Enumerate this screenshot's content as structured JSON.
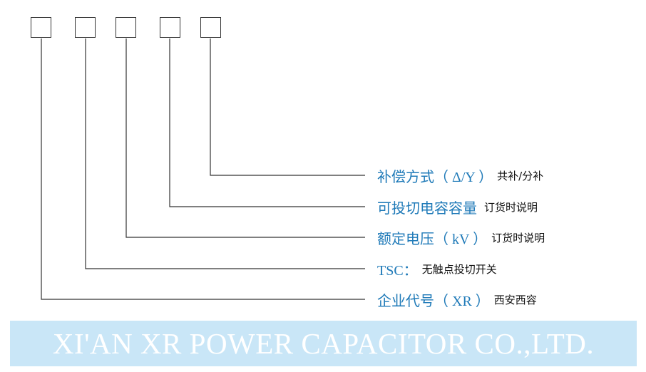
{
  "code_boxes": [
    "",
    "",
    "",
    "",
    ""
  ],
  "items": [
    {
      "label_cn": "补偿方式",
      "label_paren": "（ Δ/Y ）",
      "desc": "共补/分补"
    },
    {
      "label_cn": "可投切电容容量",
      "label_paren": "",
      "desc": "订货时说明"
    },
    {
      "label_cn": "额定电压",
      "label_paren": "（ kV ）",
      "desc": "订货时说明"
    },
    {
      "label_cn": "TSC：",
      "label_paren": "",
      "desc": "无触点投切开关"
    },
    {
      "label_cn": "企业代号",
      "label_paren": "（ XR ）",
      "desc": "西安西容"
    }
  ],
  "banner": {
    "text": "XI'AN XR POWER CAPACITOR CO.,LTD."
  },
  "colors": {
    "label": "#1f7ab8",
    "lines": "#333333",
    "banner_bg": "#c9e6f7",
    "banner_text": "#ffffff"
  }
}
